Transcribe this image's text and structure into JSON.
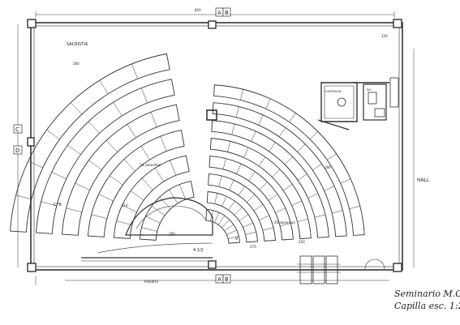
{
  "drawing": {
    "section_markers": {
      "top_left": "A",
      "top_right": "B",
      "left_top": "C",
      "left_bottom": "D",
      "bottom_left": "A",
      "bottom_right": "B"
    },
    "rooms": {
      "sacristy": "SACRISTIA",
      "hall": "HALL",
      "confession": "CONFESION",
      "wc": "W.C"
    },
    "labels": {
      "seats_left": "54 asientos",
      "seats_right": "45 asientos",
      "front": "PUENTE",
      "cfb": "CFB",
      "lower_left_mark": "4.1/2",
      "lower_right_mark": "9"
    },
    "dimensions": [
      "580",
      "510",
      "280",
      "270",
      "250",
      "180",
      "120",
      "850"
    ],
    "title": {
      "line1": "Seminario M.C.",
      "line2": "Capilla    esc. 1:25"
    }
  }
}
